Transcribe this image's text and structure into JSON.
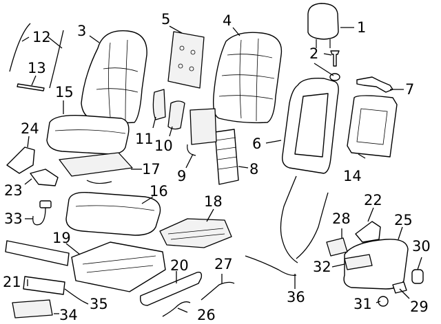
{
  "diagram": {
    "callouts": [
      {
        "id": "1",
        "text": "1"
      },
      {
        "id": "2",
        "text": "2"
      },
      {
        "id": "3",
        "text": "3"
      },
      {
        "id": "4",
        "text": "4"
      },
      {
        "id": "5",
        "text": "5"
      },
      {
        "id": "6",
        "text": "6"
      },
      {
        "id": "7",
        "text": "7"
      },
      {
        "id": "8",
        "text": "8"
      },
      {
        "id": "9",
        "text": "9"
      },
      {
        "id": "10",
        "text": "10"
      },
      {
        "id": "11",
        "text": "11"
      },
      {
        "id": "12",
        "text": "12"
      },
      {
        "id": "13",
        "text": "13"
      },
      {
        "id": "14",
        "text": "14"
      },
      {
        "id": "15",
        "text": "15"
      },
      {
        "id": "16",
        "text": "16"
      },
      {
        "id": "17",
        "text": "17"
      },
      {
        "id": "18",
        "text": "18"
      },
      {
        "id": "19",
        "text": "19"
      },
      {
        "id": "20",
        "text": "20"
      },
      {
        "id": "21",
        "text": "21"
      },
      {
        "id": "22",
        "text": "22"
      },
      {
        "id": "23",
        "text": "23"
      },
      {
        "id": "24",
        "text": "24"
      },
      {
        "id": "25",
        "text": "25"
      },
      {
        "id": "26",
        "text": "26"
      },
      {
        "id": "27",
        "text": "27"
      },
      {
        "id": "28",
        "text": "28"
      },
      {
        "id": "29",
        "text": "29"
      },
      {
        "id": "30",
        "text": "30"
      },
      {
        "id": "31",
        "text": "31"
      },
      {
        "id": "32",
        "text": "32"
      },
      {
        "id": "33",
        "text": "33"
      },
      {
        "id": "34",
        "text": "34"
      },
      {
        "id": "35",
        "text": "35"
      },
      {
        "id": "36",
        "text": "36"
      }
    ]
  }
}
